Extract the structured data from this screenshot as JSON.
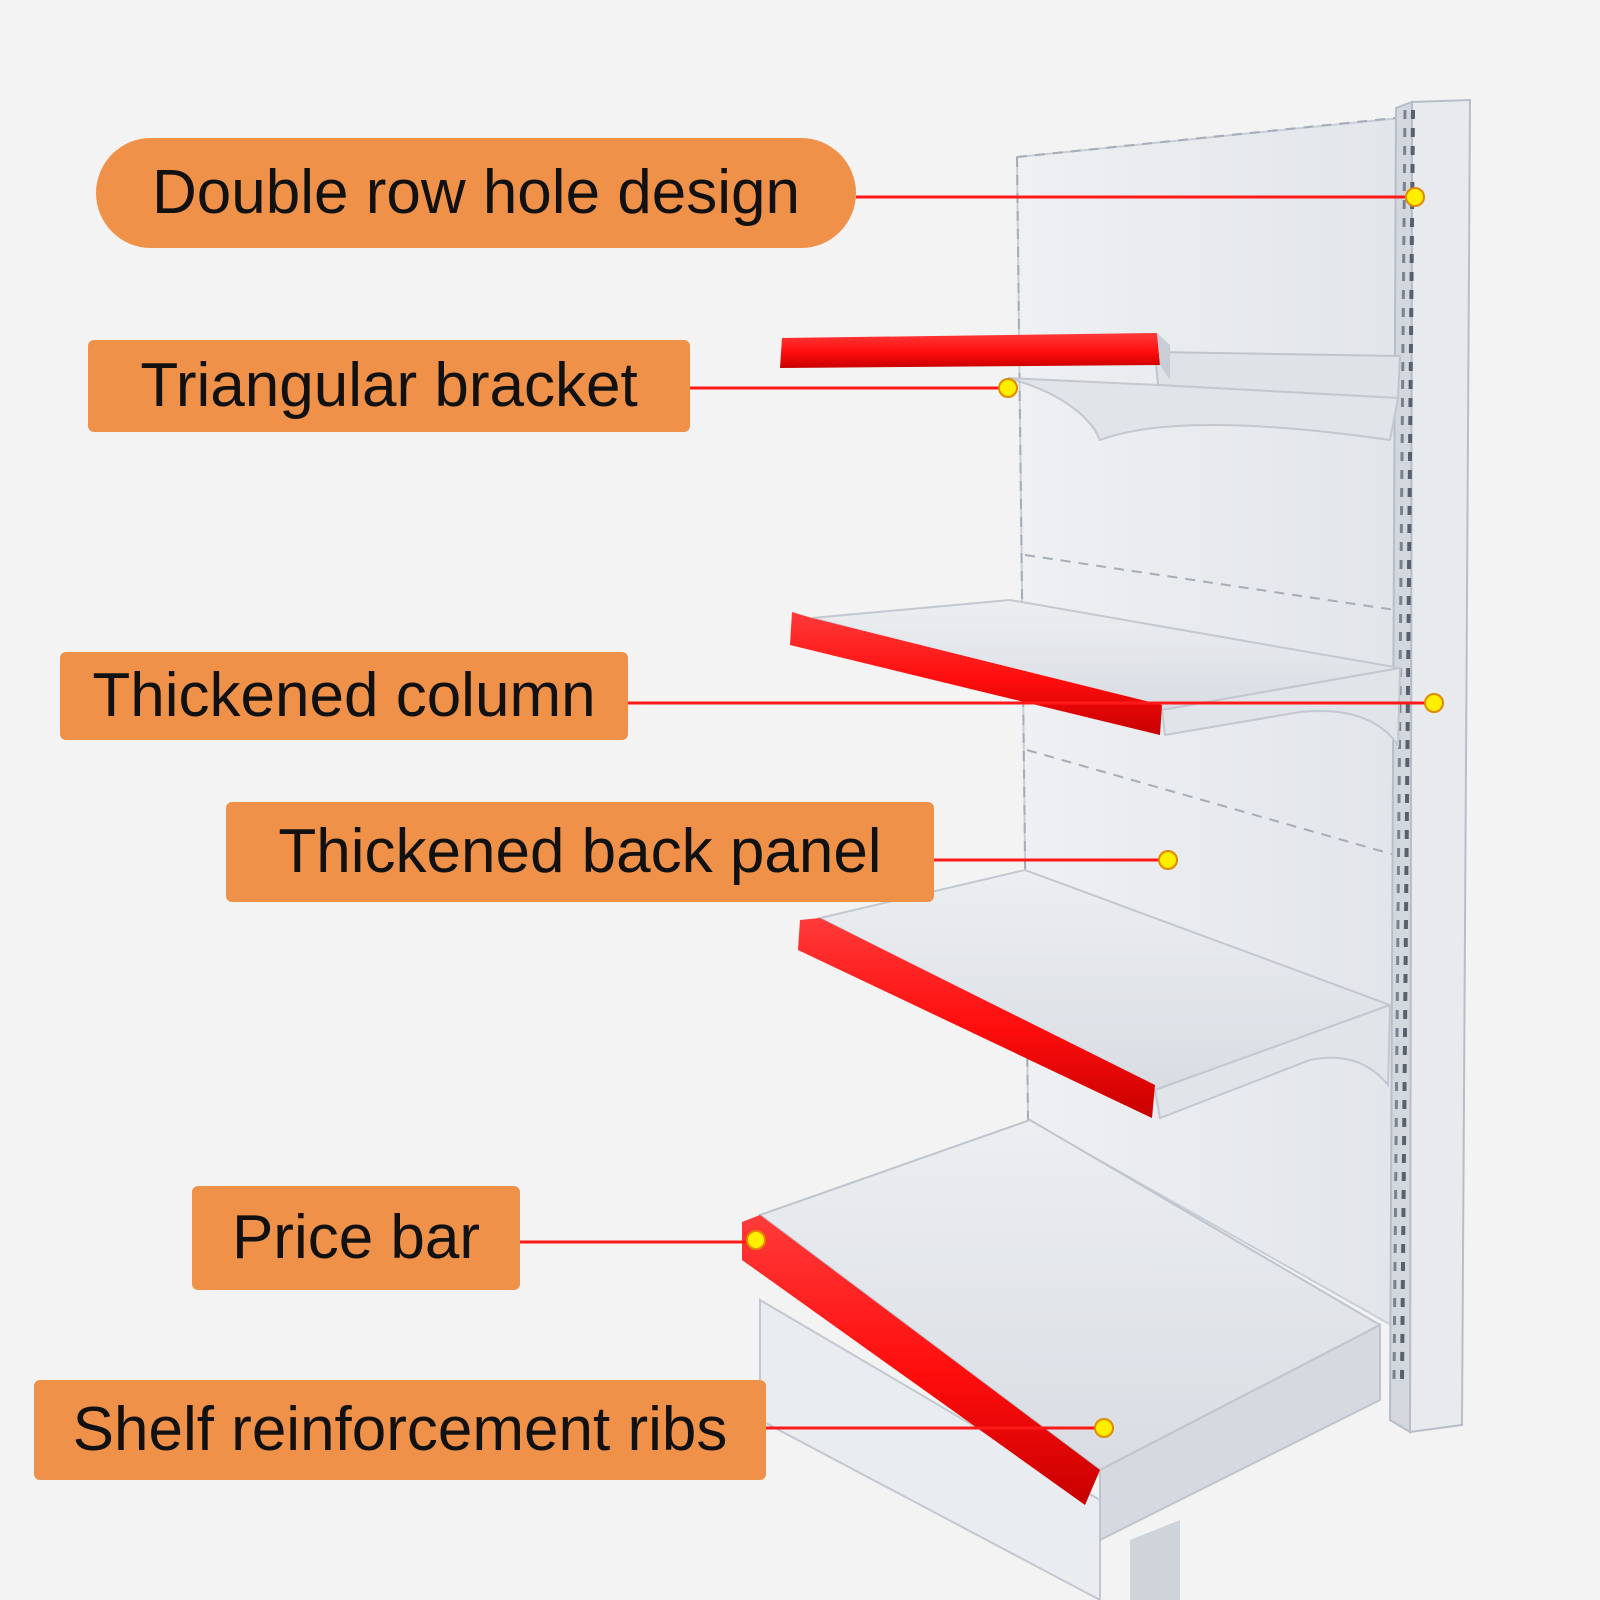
{
  "callouts": [
    {
      "id": "double-row-hole-design",
      "label": "Double row hole design"
    },
    {
      "id": "triangular-bracket",
      "label": "Triangular bracket"
    },
    {
      "id": "thickened-column",
      "label": "Thickened column"
    },
    {
      "id": "thickened-back-panel",
      "label": "Thickened back panel"
    },
    {
      "id": "price-bar",
      "label": "Price bar"
    },
    {
      "id": "shelf-reinforcement-ribs",
      "label": "Shelf reinforcement ribs"
    }
  ],
  "colors": {
    "background": "#f3f3f3",
    "callout_fill": "#f0914a",
    "callout_text": "#111111",
    "leader_line": "#ff1a1a",
    "marker_dot": "#ffee00",
    "price_bar": "#ff0d0d",
    "metal": "#e4e7ec"
  },
  "icons": {
    "product": "supermarket-shelf-unit",
    "marker": "yellow-dot-marker"
  }
}
